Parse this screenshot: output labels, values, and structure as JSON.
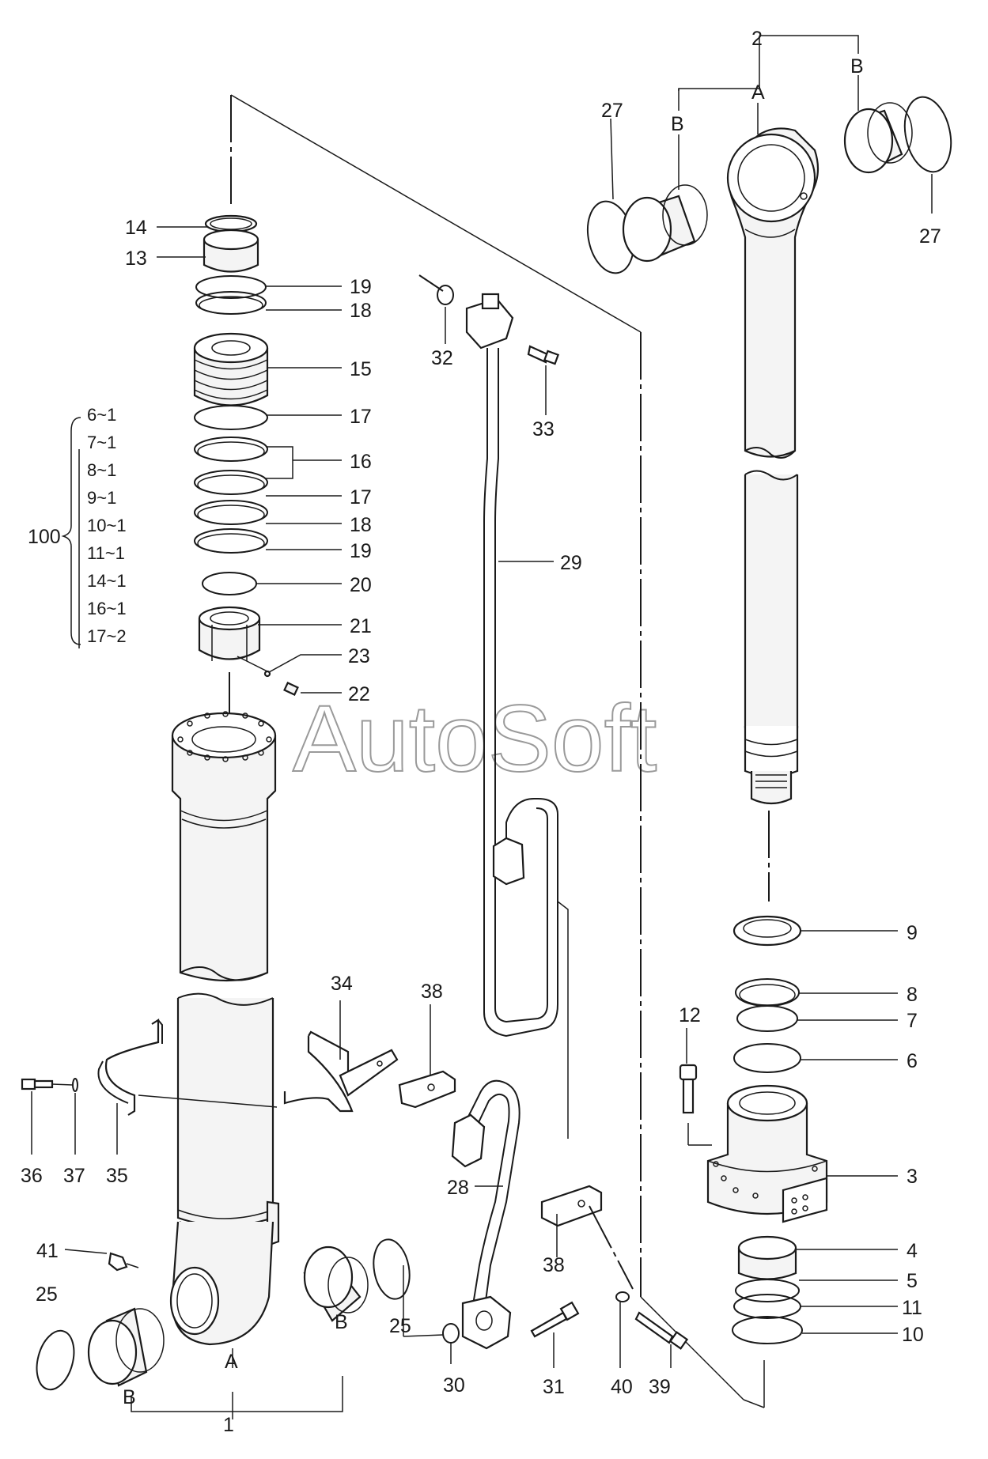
{
  "watermark": "AutoSoft",
  "assembly": {
    "label": "100",
    "kit_items": [
      "6~1",
      "7~1",
      "8~1",
      "9~1",
      "10~1",
      "11~1",
      "14~1",
      "16~1",
      "17~2"
    ]
  },
  "callouts": {
    "n1": "1",
    "n2": "2",
    "n3": "3",
    "n4": "4",
    "n5": "5",
    "n6": "6",
    "n7": "7",
    "n8": "8",
    "n9": "9",
    "n10": "10",
    "n11": "11",
    "n12": "12",
    "n13": "13",
    "n14": "14",
    "n15": "15",
    "n16": "16",
    "n17a": "17",
    "n17b": "17",
    "n18a": "18",
    "n18b": "18",
    "n19a": "19",
    "n19b": "19",
    "n20": "20",
    "n21": "21",
    "n22": "22",
    "n23": "23",
    "n25a": "25",
    "n25b": "25",
    "n27a": "27",
    "n27b": "27",
    "n28": "28",
    "n29": "29",
    "n30": "30",
    "n31": "31",
    "n32": "32",
    "n33": "33",
    "n34": "34",
    "n35": "35",
    "n36": "36",
    "n37": "37",
    "n38a": "38",
    "n38b": "38",
    "n39": "39",
    "n40": "40",
    "n41": "41"
  },
  "letters": {
    "A_bottom": "A",
    "B_bottom_left": "B",
    "B_bottom_right": "B",
    "A_top": "A",
    "B_top_left": "B",
    "B_top_right": "B"
  }
}
